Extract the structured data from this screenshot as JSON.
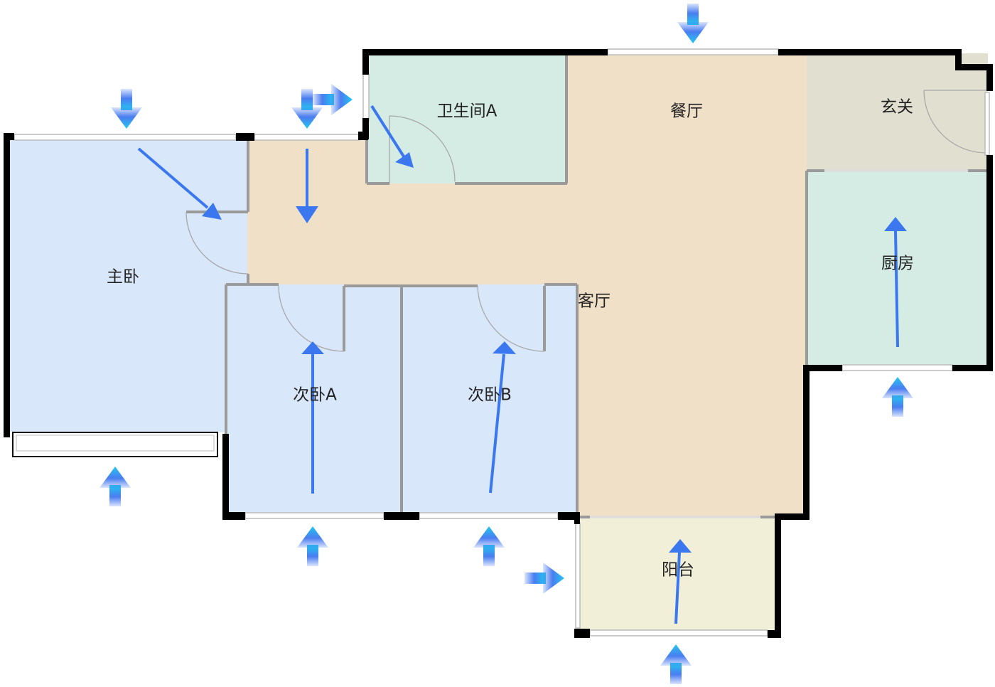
{
  "rooms": [
    {
      "id": "master-bedroom",
      "label": "主卧",
      "color": "#d9e7fb"
    },
    {
      "id": "living-room",
      "label": "客厅",
      "color": "#f1e0c8"
    },
    {
      "id": "dining-room",
      "label": "餐厅",
      "color": "#f1e0c8"
    },
    {
      "id": "bathroom-a",
      "label": "卫生间A",
      "color": "#d4ece4"
    },
    {
      "id": "entrance",
      "label": "玄关",
      "color": "#e1e0d0"
    },
    {
      "id": "kitchen",
      "label": "厨房",
      "color": "#d4ece4"
    },
    {
      "id": "bedroom-a",
      "label": "次卧A",
      "color": "#d9e7fb"
    },
    {
      "id": "bedroom-b",
      "label": "次卧B",
      "color": "#d9e7fb"
    },
    {
      "id": "balcony",
      "label": "阳台",
      "color": "#f1efd8"
    }
  ],
  "colors": {
    "wall": "#000000",
    "flow_arrow": "#3b78f0",
    "inflow_arrow_top": "#22c4f0",
    "inflow_arrow_bottom": "#4a7df0"
  }
}
